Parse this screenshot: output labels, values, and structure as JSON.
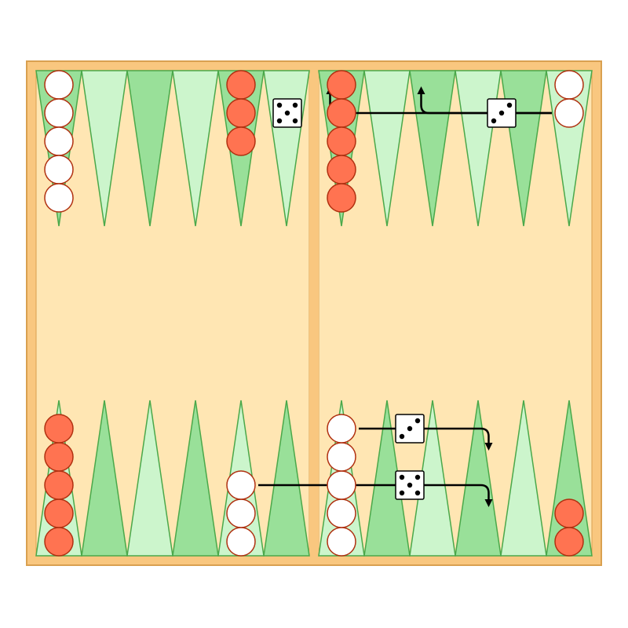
{
  "game": "backgammon",
  "colors": {
    "frame": "#f9c77f",
    "frame_stroke": "#d9a050",
    "board": "#ffe6b3",
    "point_dark": "#99e099",
    "point_light": "#ccf5cc",
    "point_stroke": "#4aa84a",
    "checker_red": "#ff7351",
    "checker_white": "#ffffff",
    "checker_stroke": "#b03010",
    "die_face": "#ffffff",
    "pip": "#000000",
    "arrow": "#000000"
  },
  "points": [
    {
      "point": 1,
      "checkers": {
        "color": "red",
        "count": 2
      }
    },
    {
      "point": 2,
      "checkers": null
    },
    {
      "point": 3,
      "checkers": null
    },
    {
      "point": 4,
      "checkers": null
    },
    {
      "point": 5,
      "checkers": null
    },
    {
      "point": 6,
      "checkers": {
        "color": "white",
        "count": 5
      }
    },
    {
      "point": 7,
      "checkers": null
    },
    {
      "point": 8,
      "checkers": {
        "color": "white",
        "count": 3
      }
    },
    {
      "point": 9,
      "checkers": null
    },
    {
      "point": 10,
      "checkers": null
    },
    {
      "point": 11,
      "checkers": null
    },
    {
      "point": 12,
      "checkers": {
        "color": "red",
        "count": 5
      }
    },
    {
      "point": 13,
      "checkers": {
        "color": "white",
        "count": 5
      }
    },
    {
      "point": 14,
      "checkers": null
    },
    {
      "point": 15,
      "checkers": null
    },
    {
      "point": 16,
      "checkers": null
    },
    {
      "point": 17,
      "checkers": {
        "color": "red",
        "count": 3
      }
    },
    {
      "point": 18,
      "checkers": null
    },
    {
      "point": 19,
      "checkers": {
        "color": "red",
        "count": 5
      }
    },
    {
      "point": 20,
      "checkers": null
    },
    {
      "point": 21,
      "checkers": null
    },
    {
      "point": 22,
      "checkers": null
    },
    {
      "point": 23,
      "checkers": null
    },
    {
      "point": 24,
      "checkers": {
        "color": "white",
        "count": 2
      }
    }
  ],
  "moves": [
    {
      "die": 5,
      "from_point": 24,
      "to_point": 19
    },
    {
      "die": 3,
      "from_point": 24,
      "to_point": 21
    },
    {
      "die": 3,
      "from_point": 6,
      "to_point": 3
    },
    {
      "die": 5,
      "from_point": 8,
      "to_point": 3
    }
  ]
}
